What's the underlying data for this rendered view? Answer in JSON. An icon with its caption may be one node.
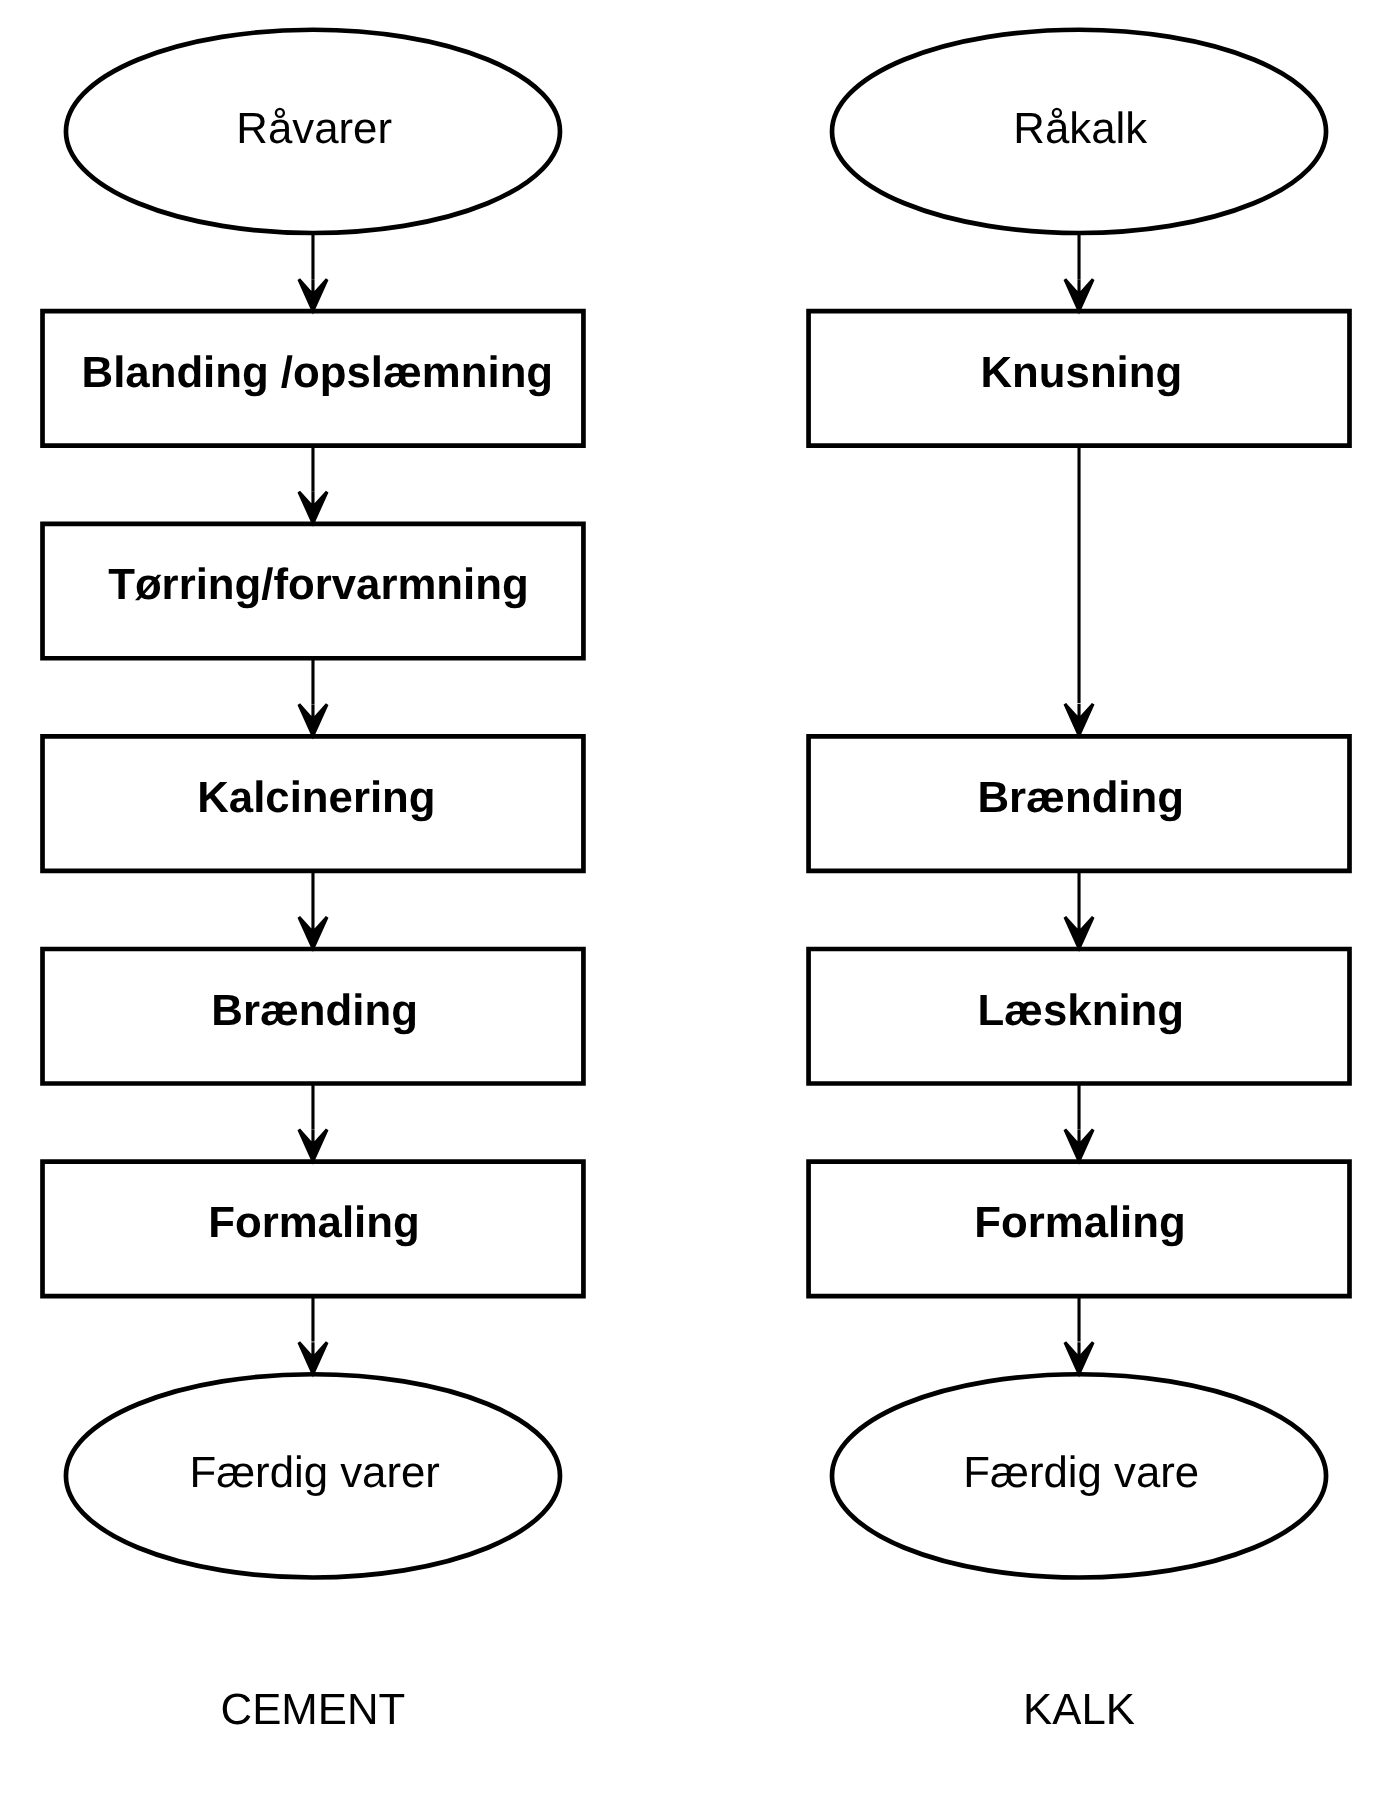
{
  "diagram": {
    "nodes": [
      {
        "text": [
          "Råvarer"
        ]
      },
      {
        "text": [
          "Blanding /opslæmning"
        ]
      },
      {
        "text": [
          "Tørring/forvarmning"
        ]
      },
      {
        "text": [
          "Kalcinering"
        ]
      },
      {
        "text": [
          "Brænding"
        ]
      },
      {
        "text": [
          "Formaling"
        ]
      },
      {
        "text": [
          "Færdig varer"
        ]
      },
      {
        "text": [
          "Råkalk"
        ]
      },
      {
        "text": [
          "Knusning"
        ]
      },
      {
        "text": [
          "Brænding"
        ]
      },
      {
        "text": [
          "Læskning"
        ]
      },
      {
        "text": [
          "Formaling"
        ]
      },
      {
        "text": [
          "Færdig vare"
        ]
      }
    ],
    "edges": [
      {
        "from": 0,
        "to": 1,
        "arrow": "to"
      },
      {
        "from": 1,
        "to": 2,
        "arrow": "to"
      },
      {
        "from": 2,
        "to": 3,
        "arrow": "to"
      },
      {
        "from": 3,
        "to": 4,
        "arrow": "to"
      },
      {
        "from": 4,
        "to": 5,
        "arrow": "to"
      },
      {
        "from": 5,
        "to": 6,
        "arrow": "to"
      },
      {
        "from": 7,
        "to": 8,
        "arrow": "to"
      },
      {
        "from": 8,
        "to": 9,
        "arrow": "to"
      },
      {
        "from": 9,
        "to": 10,
        "arrow": "to"
      },
      {
        "from": 10,
        "to": 11,
        "arrow": "to"
      },
      {
        "from": 11,
        "to": 12,
        "arrow": "to"
      }
    ],
    "labels": [
      "CEMENT",
      "KALK"
    ]
  }
}
